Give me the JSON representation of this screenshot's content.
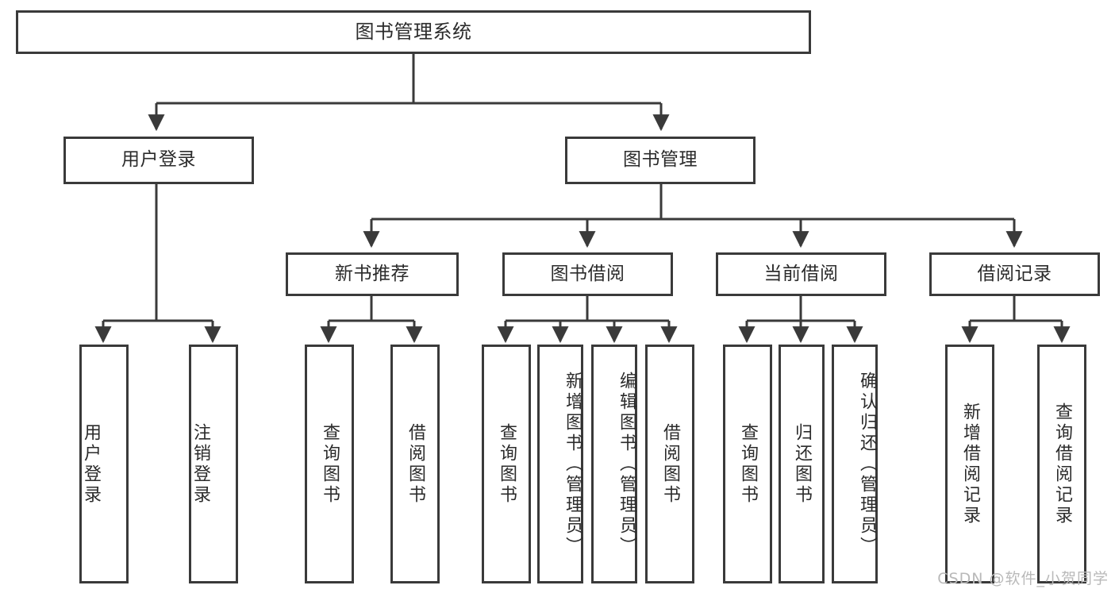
{
  "diagram": {
    "title": "图书管理系统",
    "type": "tree-hierarchy",
    "root": {
      "label": "图书管理系统"
    },
    "level2": [
      {
        "label": "用户登录"
      },
      {
        "label": "图书管理"
      }
    ],
    "level3": [
      {
        "label": "新书推荐"
      },
      {
        "label": "图书借阅"
      },
      {
        "label": "当前借阅"
      },
      {
        "label": "借阅记录"
      }
    ],
    "leaves": {
      "user_login": [
        {
          "label": "用户登录"
        },
        {
          "label": "注销登录"
        }
      ],
      "new_book_recommend": [
        {
          "label": "查询图书"
        },
        {
          "label": "借阅图书"
        }
      ],
      "book_borrow": [
        {
          "label": "查询图书"
        },
        {
          "label": "新增图书（管理员）"
        },
        {
          "label": "编辑图书（管理员）"
        },
        {
          "label": "借阅图书"
        }
      ],
      "current_borrow": [
        {
          "label": "查询图书"
        },
        {
          "label": "归还图书"
        },
        {
          "label": "确认归还（管理员）"
        }
      ],
      "borrow_record": [
        {
          "label": "新增借阅记录"
        },
        {
          "label": "查询借阅记录"
        }
      ]
    }
  },
  "watermark": {
    "text": "CSDN @软件_小贺同学"
  },
  "colors": {
    "box_border": "#3a3a3a",
    "box_fill": "#ffffff",
    "text": "#2b2b2b",
    "edge": "#3a3a3a",
    "watermark": "#b9b9b9",
    "background": "#ffffff"
  }
}
